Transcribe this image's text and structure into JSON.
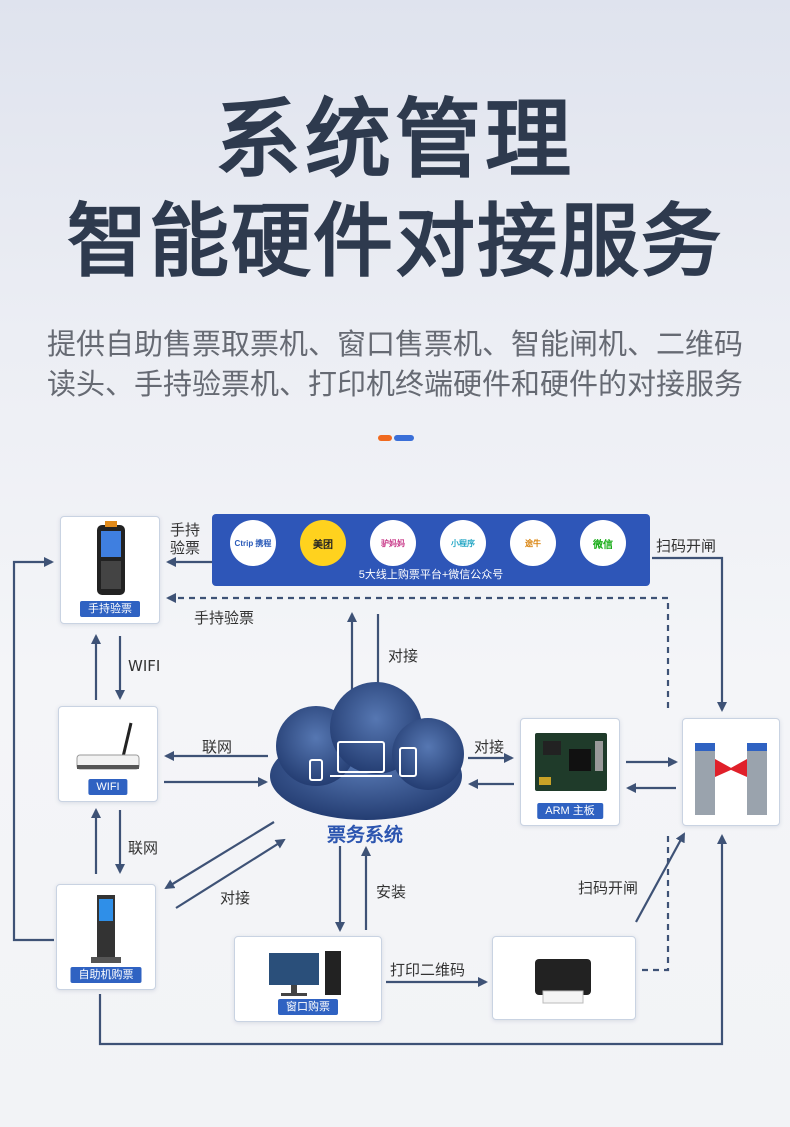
{
  "header": {
    "title_line1": "系统管理",
    "title_line2": "智能硬件对接服务",
    "subtitle_line1": "提供自助售票取票机、窗口售票机、智能闸机、二维码",
    "subtitle_line2": "读头、手持验票机、打印机终端硬件和硬件的对接服务",
    "accent_colors": [
      "#f06a1f",
      "#3a6fd8"
    ]
  },
  "diagram": {
    "platform_caption": "5大线上购票平台+微信公众号",
    "platform_logos": [
      "Ctrip 携程",
      "美团",
      "驴妈妈",
      "小程序",
      "途牛",
      "微信"
    ],
    "nodes": {
      "handheld": "手持验票",
      "wifi": "WIFI",
      "kiosk": "自助机购票",
      "cloud": "票务系统",
      "window": "窗口购票",
      "arm": "ARM 主板"
    },
    "edge_labels": {
      "handheld_top": "手持\n验票",
      "handheld_line1": "手持",
      "handheld_line2": "验票",
      "handheld_return": "手持验票",
      "scan_gate_top": "扫码开闸",
      "scan_gate_bottom": "扫码开闸",
      "wifi_link": "WIFI",
      "network_left": "联网",
      "network_lower": "联网",
      "connect_top": "对接",
      "connect_arm": "对接",
      "connect_kiosk": "对接",
      "install": "安装",
      "print_qr": "打印二维码"
    },
    "colors": {
      "arrow": "#3e5276",
      "tag": "#2f62c2",
      "banner": "#2e56b8",
      "cloud": "#2c4a86"
    }
  }
}
